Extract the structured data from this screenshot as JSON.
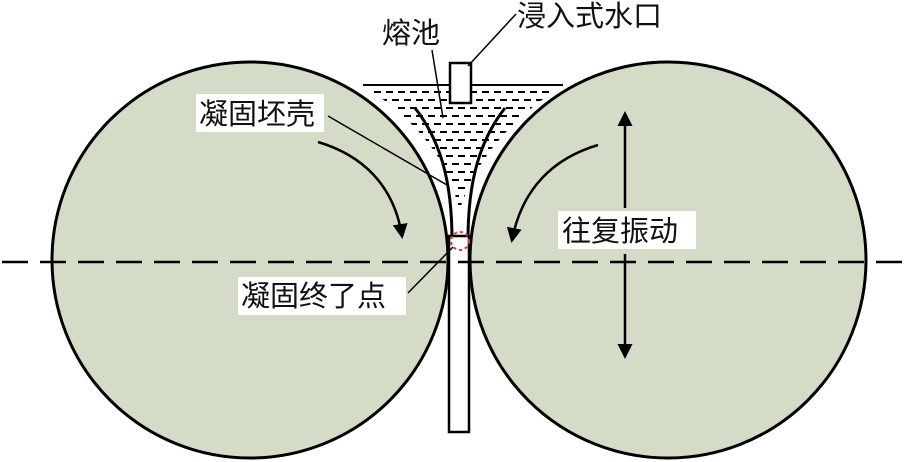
{
  "labels": {
    "pool": "熔池",
    "nozzle": "浸入式水口",
    "shell": "凝固坯壳",
    "kiss_point": "凝固终了点",
    "oscillation": "往复振动"
  },
  "colors": {
    "roll_fill": "#d4dcc8",
    "stroke": "#000000",
    "marker": "#e03a3a",
    "background": "#ffffff"
  }
}
